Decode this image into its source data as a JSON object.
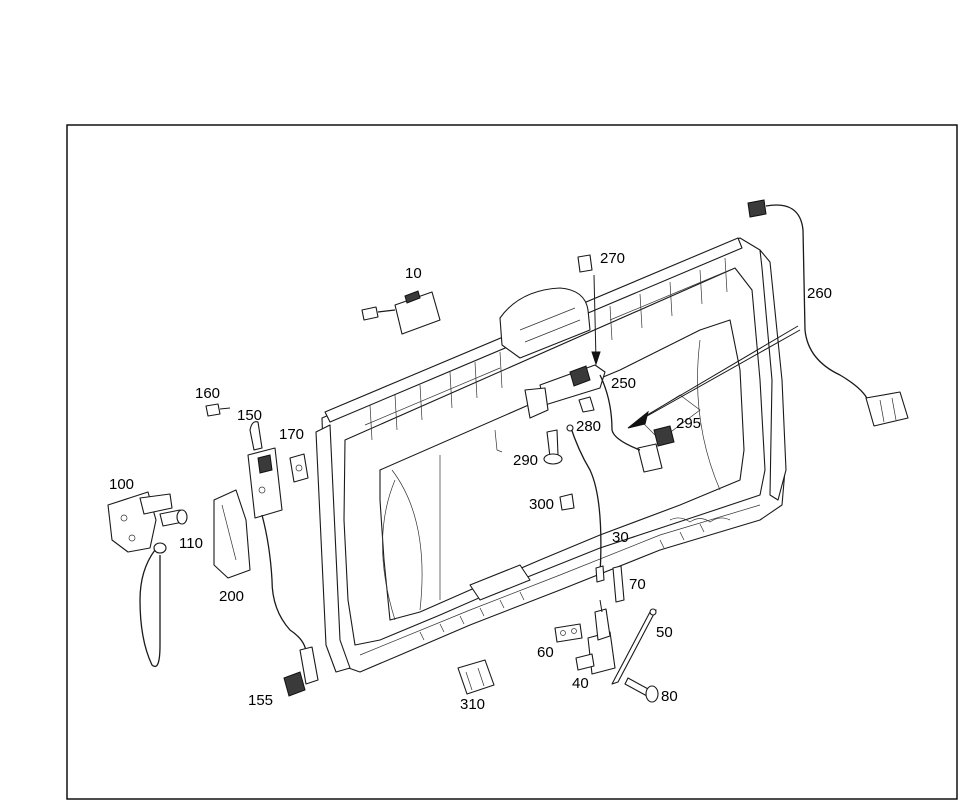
{
  "callouts": {
    "c10": "10",
    "c30": "30",
    "c40": "40",
    "c50": "50",
    "c60": "60",
    "c70": "70",
    "c80": "80",
    "c100": "100",
    "c110": "110",
    "c150": "150",
    "c155": "155",
    "c160": "160",
    "c170": "170",
    "c200": "200",
    "c250": "250",
    "c260": "260",
    "c270": "270",
    "c280": "280",
    "c290": "290",
    "c295": "295",
    "c300": "300",
    "c310": "310"
  }
}
